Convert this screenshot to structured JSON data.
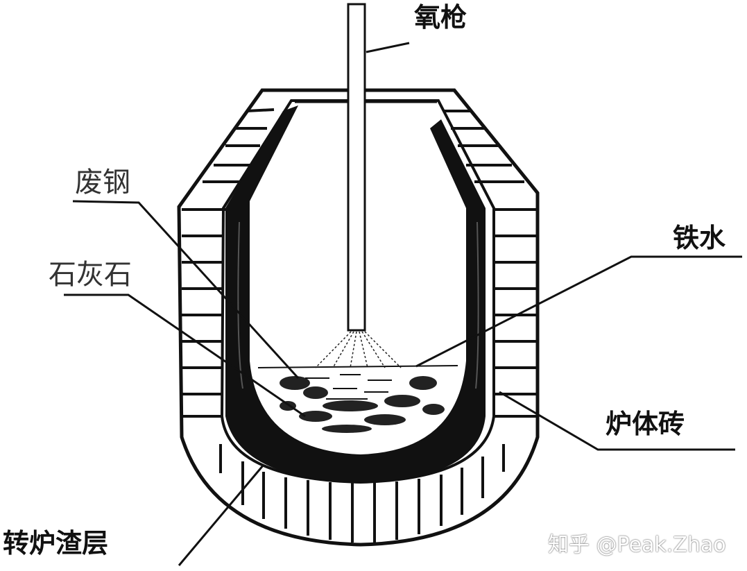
{
  "labels": {
    "oxygen_lance": "氧枪",
    "scrap_steel": "废钢",
    "limestone": "石灰石",
    "hot_metal": "铁水",
    "furnace_brick": "炉体砖",
    "slag_layer": "转炉渣层"
  },
  "watermark": "知乎 @Peak.Zhao",
  "colors": {
    "line": "#111111",
    "background": "#ffffff",
    "watermark": "#ffffff"
  }
}
